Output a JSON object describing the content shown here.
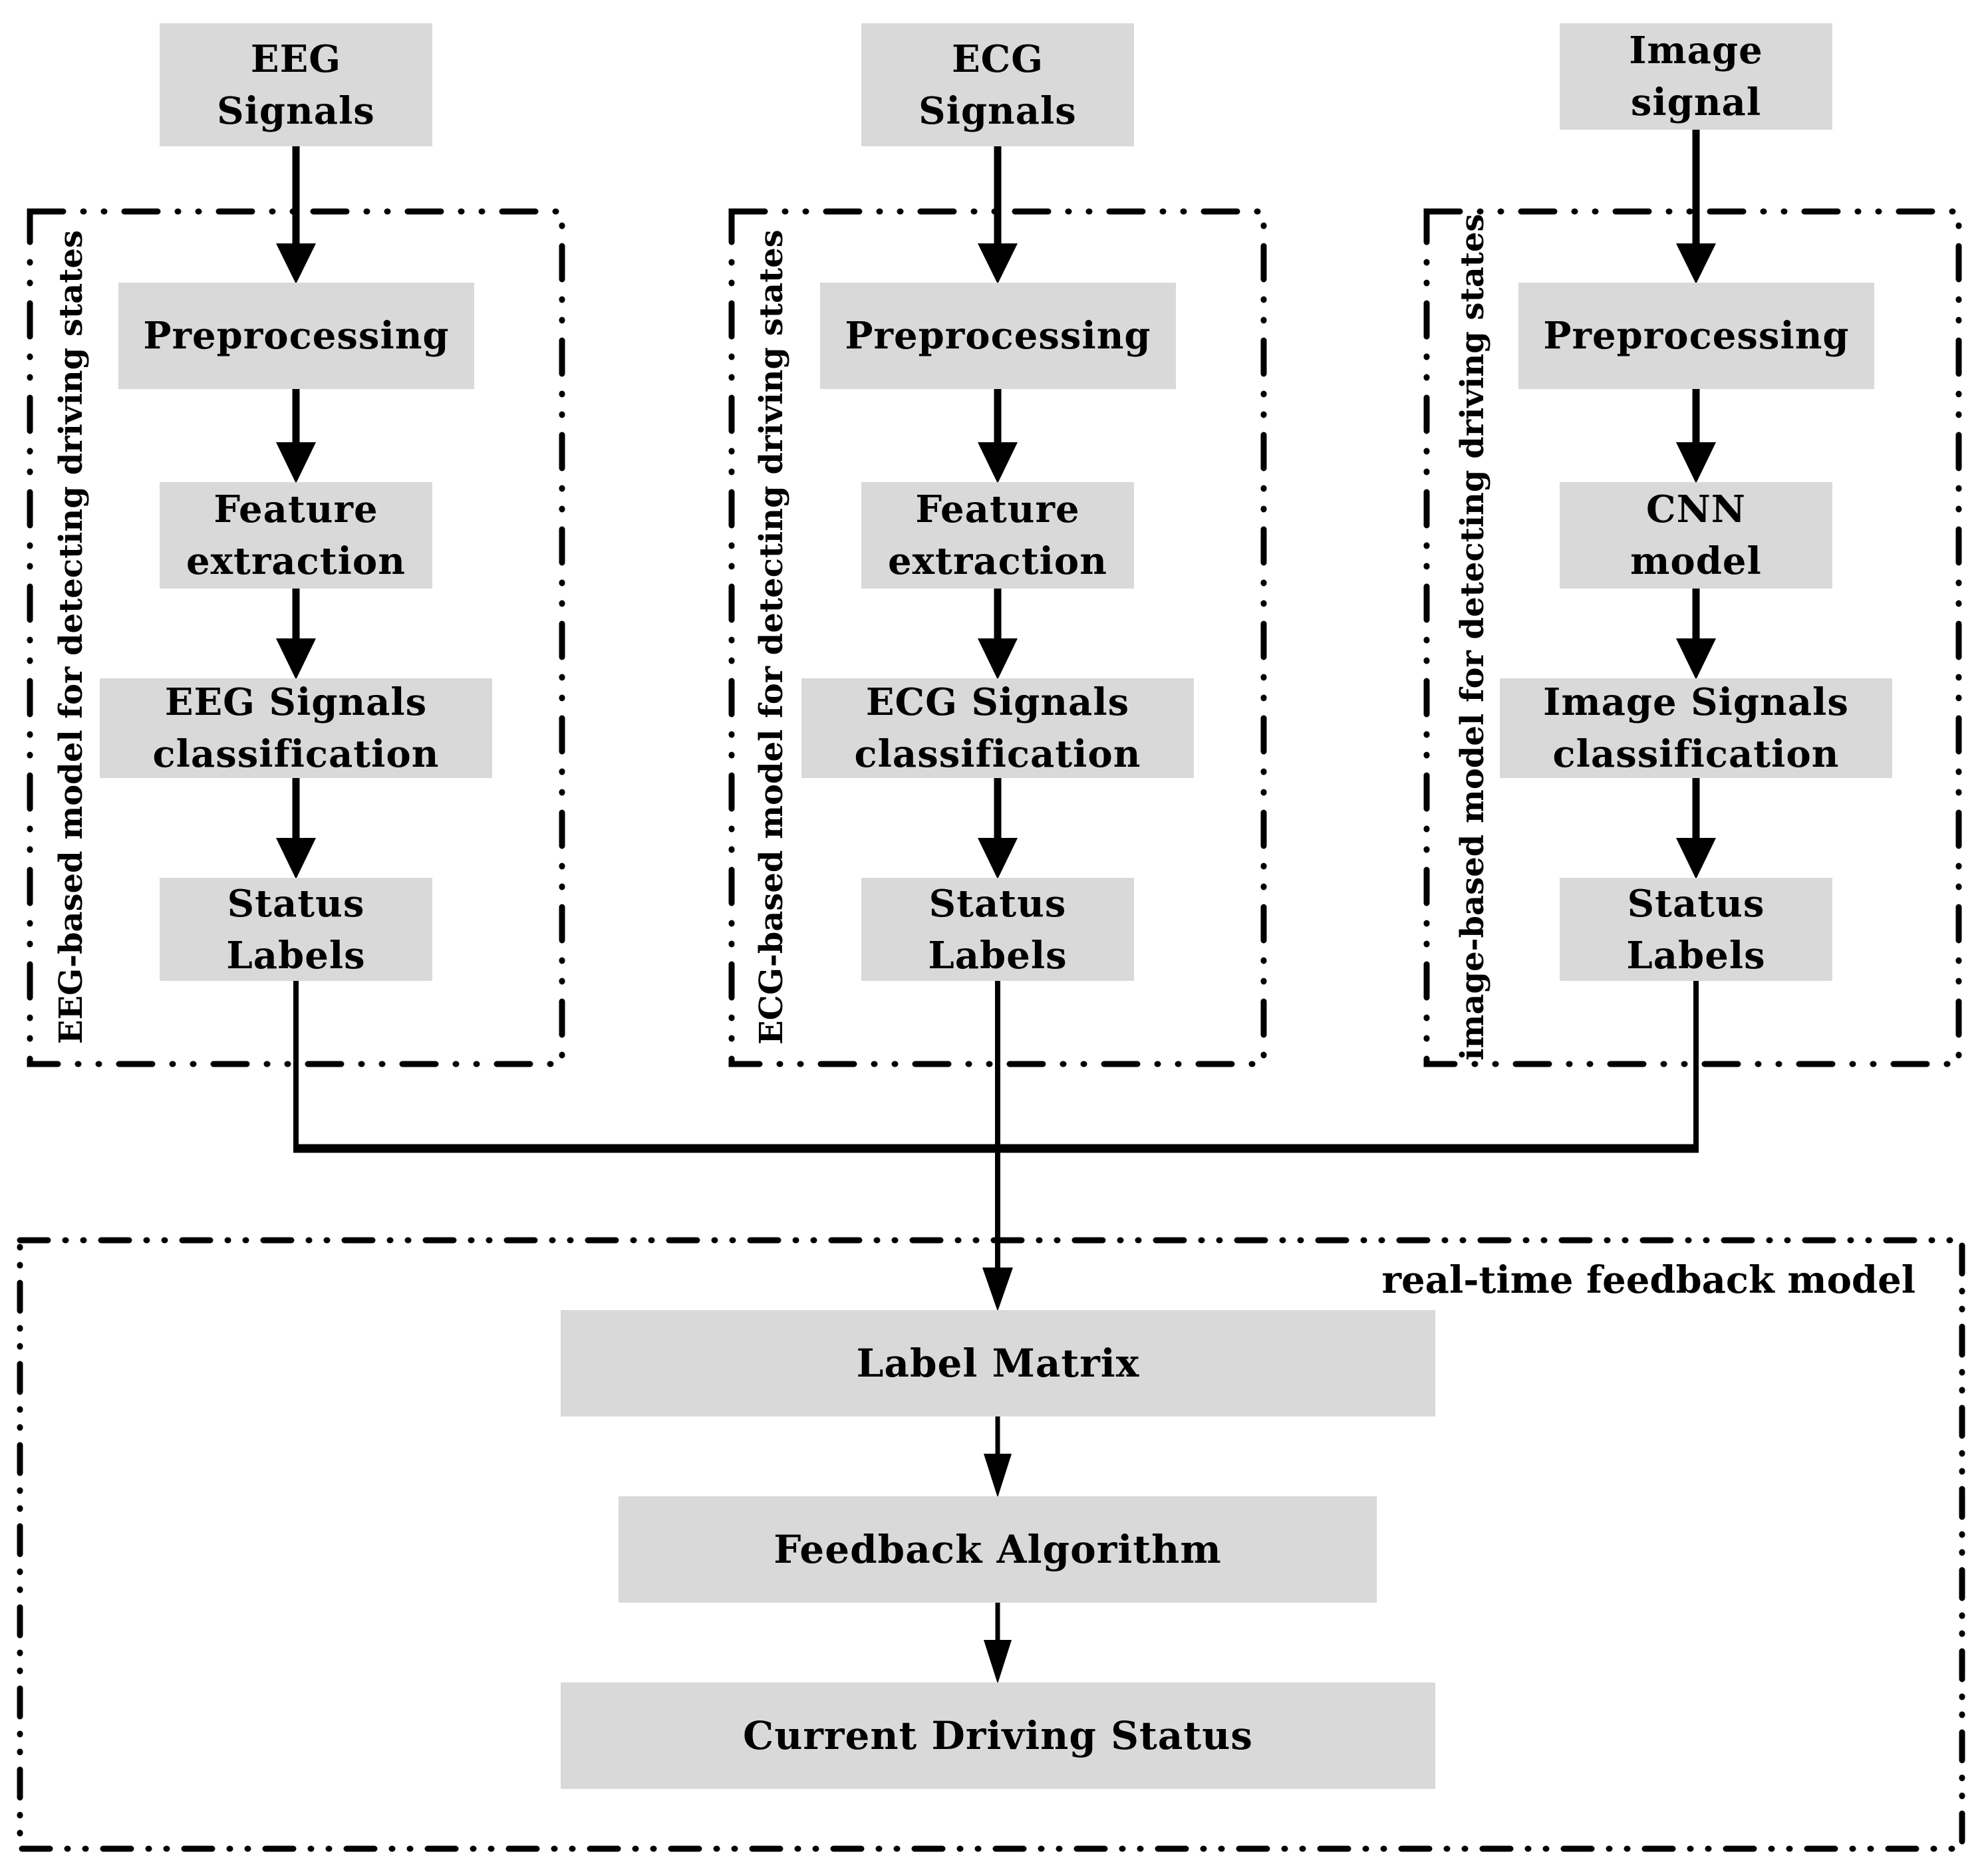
{
  "colors": {
    "box_fill": "#d9d9d9",
    "line_color": "#000000",
    "background": "#ffffff",
    "text_color": "#000000"
  },
  "eeg_pipeline": {
    "source_line1": "EEG",
    "source_line2": "Signals",
    "frame_label": "EEG-based model for detecting driving states",
    "step_preprocessing": "Preprocessing",
    "step_feature_line1": "Feature",
    "step_feature_line2": "extraction",
    "step_classification_line1": "EEG Signals",
    "step_classification_line2": "classification",
    "step_status": "Status Labels"
  },
  "ecg_pipeline": {
    "source_line1": "ECG",
    "source_line2": "Signals",
    "frame_label": "ECG-based model for detecting driving states",
    "step_preprocessing": "Preprocessing",
    "step_feature_line1": "Feature",
    "step_feature_line2": "extraction",
    "step_classification_line1": "ECG Signals",
    "step_classification_line2": "classification",
    "step_status": "Status Labels"
  },
  "image_pipeline": {
    "source": "Image signal",
    "frame_label": "image-based model for detecting driving states",
    "step_preprocessing": "Preprocessing",
    "step_cnn_line1": "CNN",
    "step_cnn_line2": "model",
    "step_classification_line1": "Image Signals",
    "step_classification_line2": "classification",
    "step_status": "Status Labels"
  },
  "feedback_model": {
    "frame_label": "real-time feedback model",
    "step_label_matrix": "Label Matrix",
    "step_feedback_algorithm": "Feedback Algorithm",
    "step_current_status": "Current Driving Status"
  }
}
